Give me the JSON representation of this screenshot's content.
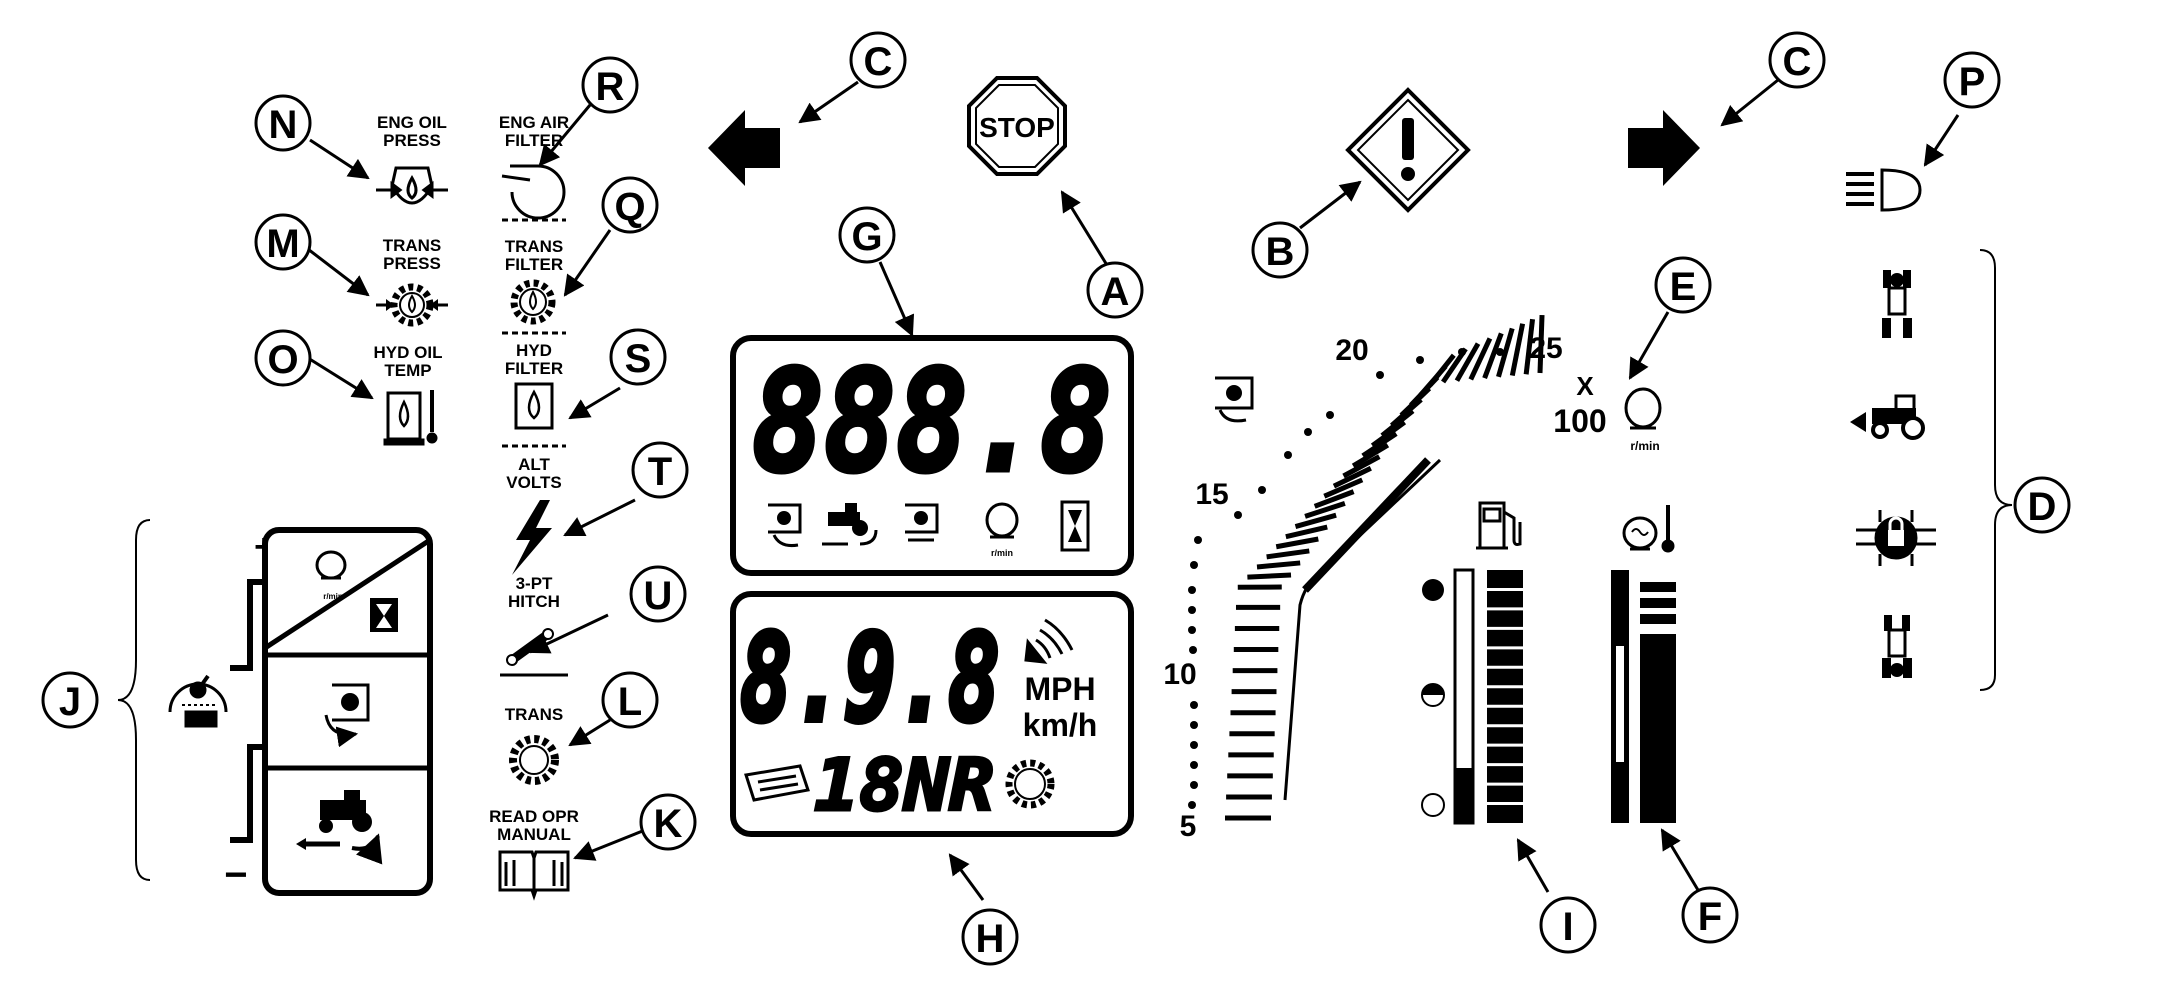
{
  "callouts": {
    "A": "A",
    "B": "B",
    "C_left": "C",
    "C_right": "C",
    "D": "D",
    "E": "E",
    "F": "F",
    "G": "G",
    "H": "H",
    "I": "I",
    "J": "J",
    "K": "K",
    "L": "L",
    "M": "M",
    "N": "N",
    "O": "O",
    "P": "P",
    "Q": "Q",
    "R": "R",
    "S": "S",
    "T": "T",
    "U": "U"
  },
  "labels": {
    "eng_oil_press_1": "ENG OIL",
    "eng_oil_press_2": "PRESS",
    "eng_air_filter_1": "ENG AIR",
    "eng_air_filter_2": "FILTER",
    "trans_press_1": "TRANS",
    "trans_press_2": "PRESS",
    "trans_filter_1": "TRANS",
    "trans_filter_2": "FILTER",
    "hyd_oil_temp_1": "HYD OIL",
    "hyd_oil_temp_2": "TEMP",
    "hyd_filter_1": "HYD",
    "hyd_filter_2": "FILTER",
    "alt_volts_1": "ALT",
    "alt_volts_2": "VOLTS",
    "hitch_1": "3-PT",
    "hitch_2": "HITCH",
    "trans": "TRANS",
    "read_opr_manual_1": "READ OPR",
    "read_opr_manual_2": "MANUAL",
    "stop": "STOP"
  },
  "upper_display": {
    "value": "888.8",
    "rpm_unit": "r/min"
  },
  "lower_display": {
    "speed_value": "8.9.8",
    "unit_mph": "MPH",
    "unit_kmh": "km/h",
    "gear_text": "18NR"
  },
  "tachometer": {
    "tick_5": "5",
    "tick_10": "10",
    "tick_15": "15",
    "tick_20": "20",
    "tick_25": "25",
    "multiplier_x": "X",
    "multiplier_100": "100",
    "rpm_unit": "r/min"
  },
  "gauges": {
    "fuel_segments": 13,
    "coolant_segments": 3
  },
  "switch_panel": {
    "plus": "+",
    "minus": "−"
  }
}
